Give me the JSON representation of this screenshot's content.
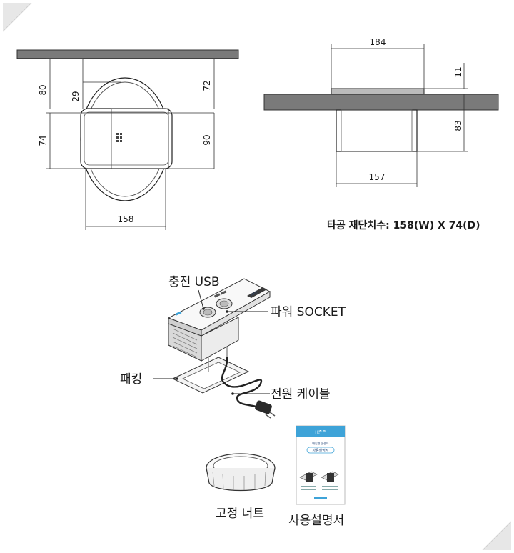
{
  "side_view": {
    "dims": [
      "80",
      "29",
      "72",
      "74",
      "90",
      "158"
    ]
  },
  "front_view": {
    "dims": [
      "184",
      "11",
      "83",
      "157"
    ]
  },
  "cut_spec": "타공 재단치수: 158(W) X 74(D)",
  "components": {
    "usb": "충전 USB",
    "socket": "파워 SOCKET",
    "packing": "패킹",
    "cable": "전원 케이블",
    "nut": "고정 너트",
    "manual": "사용설명서"
  },
  "manual_cover": {
    "brand": "H존존",
    "line1": "매립형 콘센트",
    "line2": "사용설명서"
  },
  "colors": {
    "accent": "#3ea3d8",
    "plate": "#7a7a7a",
    "label_text": "#1a1a1a"
  }
}
